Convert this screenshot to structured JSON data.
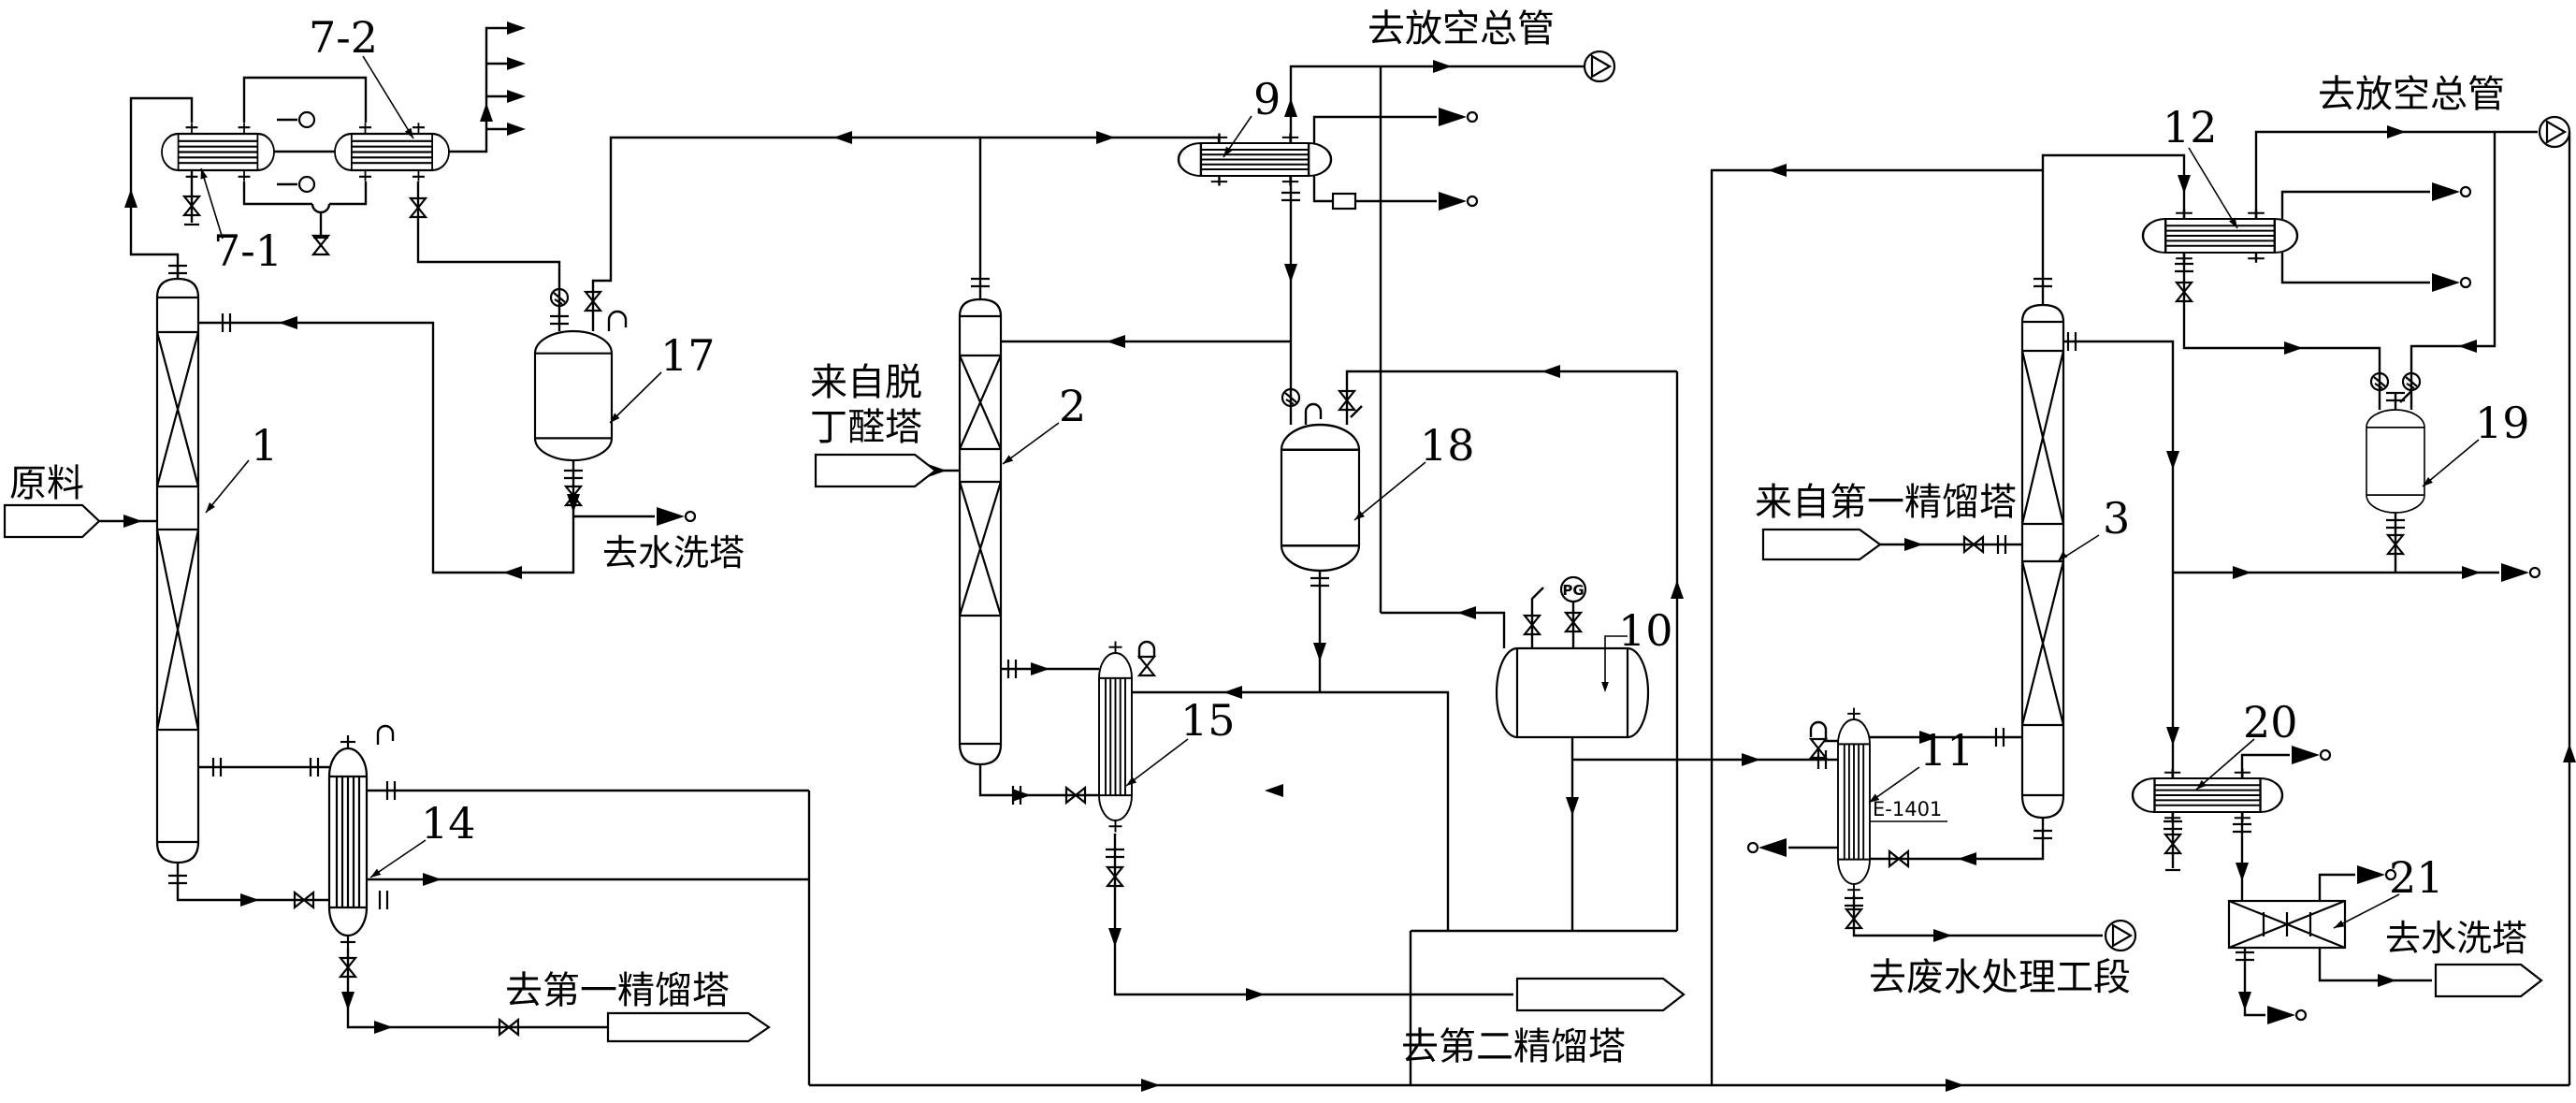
{
  "diagram": {
    "streams": {
      "raw_material": "原料",
      "from_debutanal_line1": "来自脱",
      "from_debutanal_line2": "丁醛塔",
      "from_first_column": "来自第一精馏塔",
      "to_wash_tower_left": "去水洗塔",
      "to_wash_tower_right": "去水洗塔",
      "to_first_column": "去第一精馏塔",
      "to_second_column": "去第二精馏塔",
      "to_vent_header_mid": "去放空总管",
      "to_vent_header_right": "去放空总管",
      "to_wastewater": "去废水处理工段"
    },
    "tags": {
      "col1": "1",
      "col2": "2",
      "col3": "3",
      "hx71": "7-1",
      "hx72": "7-2",
      "hx9": "9",
      "v10": "10",
      "hx11": "11",
      "hx12": "12",
      "hx14": "14",
      "hx15": "15",
      "v17": "17",
      "v18": "18",
      "v19": "19",
      "hx20": "20",
      "hx21": "21"
    },
    "annotations": {
      "e1401": "E-1401",
      "pressure_gauge": "PG"
    }
  }
}
